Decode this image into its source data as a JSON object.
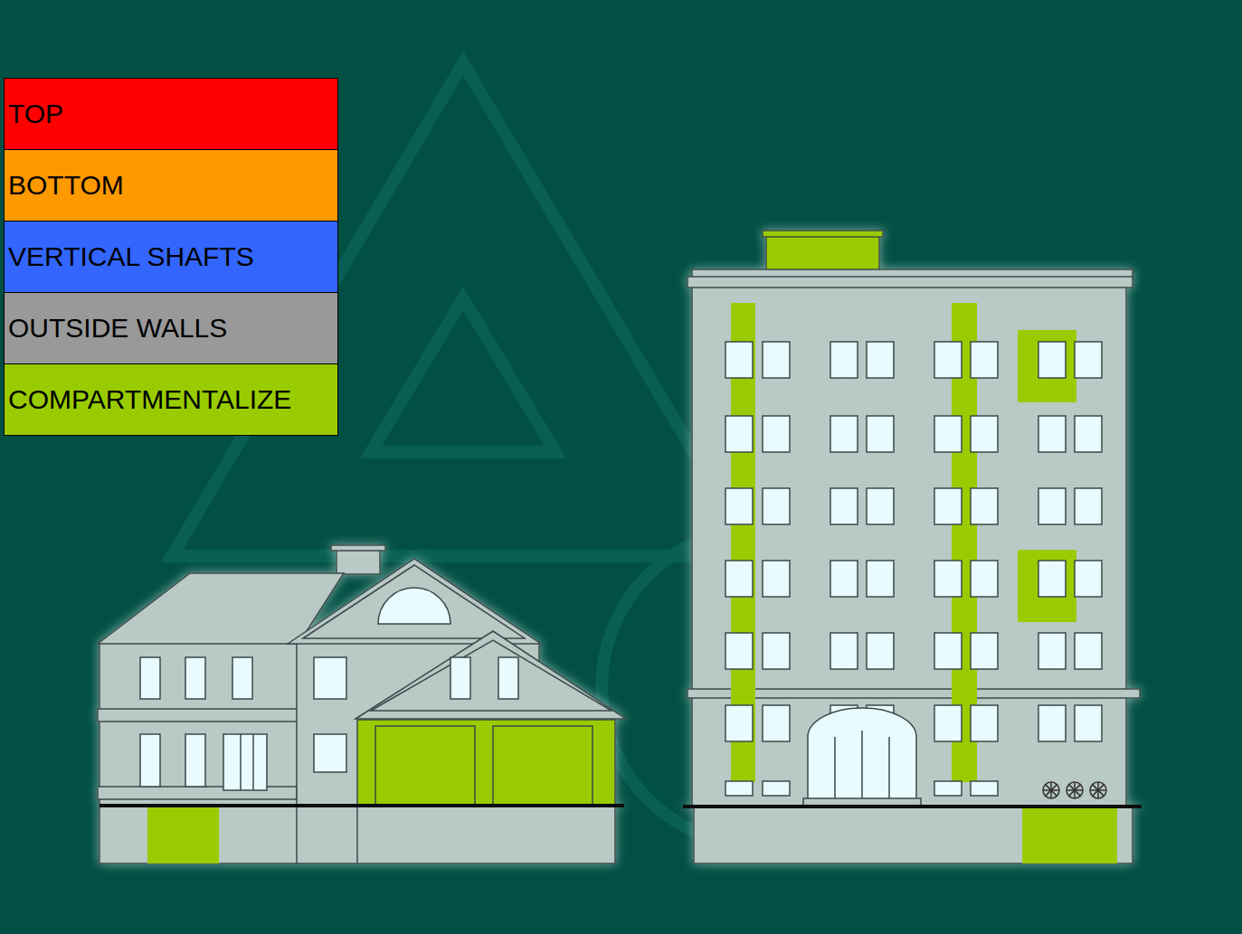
{
  "diagram": {
    "legend": [
      {
        "text": "TOP",
        "color": "#ff0000"
      },
      {
        "text": "BOTTOM",
        "color": "#ff9900"
      },
      {
        "text": "VERTICAL SHAFTS",
        "color": "#3366ff"
      },
      {
        "text": "OUTSIDE WALLS",
        "color": "#999999"
      },
      {
        "text": "COMPARTMENTALIZE",
        "color": "#99cc00"
      }
    ]
  }
}
